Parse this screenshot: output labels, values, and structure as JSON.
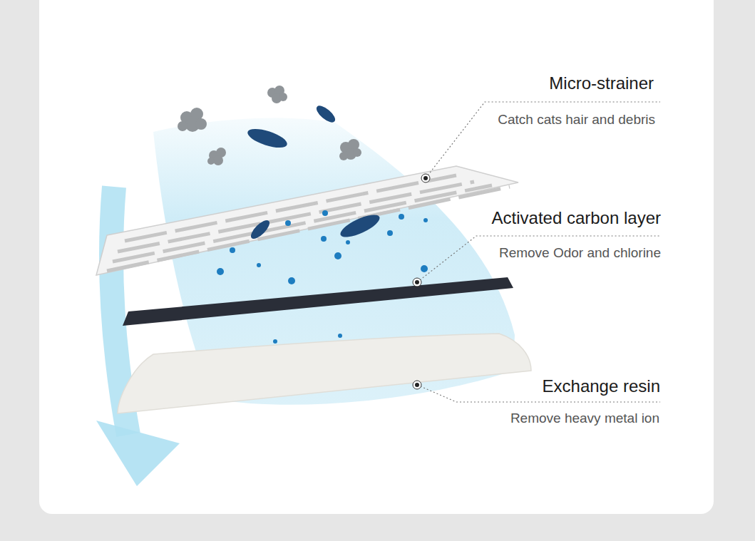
{
  "diagram": {
    "labels": [
      "Micro-strainer",
      "Catch cats hair and debris",
      "Activated carbon layer",
      "Remove Odor and chlorine",
      "Exchange resin",
      "Remove heavy metal ion"
    ]
  }
}
